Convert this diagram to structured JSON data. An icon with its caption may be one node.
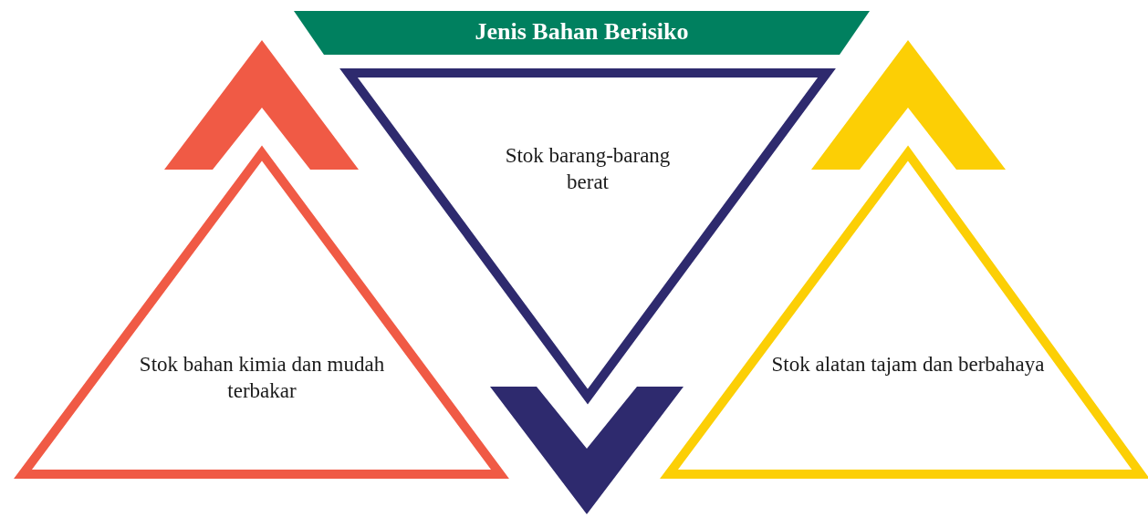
{
  "diagram": {
    "nodes": [
      {
        "text": [
          "Jenis Bahan Berisiko"
        ]
      },
      {
        "text": [
          "Stok barang-barang berat"
        ]
      },
      {
        "text": [
          "Stok bahan kimia dan mudah terbakar"
        ]
      },
      {
        "text": [
          "Stok alatan tajam dan berbahaya"
        ]
      }
    ]
  }
}
